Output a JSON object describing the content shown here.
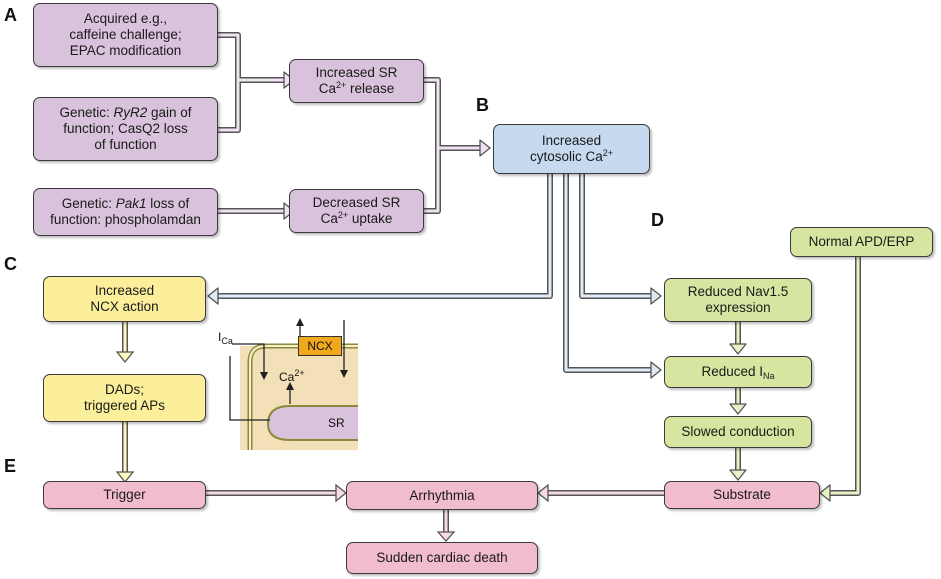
{
  "labels": {
    "a": "A",
    "b": "B",
    "c": "C",
    "d": "D",
    "e": "E"
  },
  "boxes": {
    "acquired": {
      "l1": "Acquired e.g.,",
      "l2": "caffeine challenge;",
      "l3": "EPAC modification"
    },
    "genetic_ryr2": {
      "pre": "Genetic: ",
      "gene": "RyR2",
      "post": " gain of",
      "l2": "function; CasQ2 loss",
      "l3": "of function"
    },
    "genetic_pak1": {
      "pre": "Genetic: ",
      "gene": "Pak1",
      "post": " loss of",
      "l2": "function: phospholamdan"
    },
    "sr_release": {
      "l1": "Increased SR",
      "ca": "Ca",
      "sup": "2+",
      "rest": " release"
    },
    "sr_uptake": {
      "l1": "Decreased SR",
      "ca": "Ca",
      "sup": "2+",
      "rest": " uptake"
    },
    "cytosolic": {
      "l1": "Increased",
      "l2": "cytosolic Ca",
      "sup": "2+"
    },
    "ncx_action": {
      "l1": "Increased",
      "l2": "NCX action"
    },
    "dads": {
      "l1": "DADs;",
      "l2": "triggered APs"
    },
    "nav15": {
      "l1": "Reduced Nav1.5",
      "l2": "expression"
    },
    "reduced_ina": {
      "pre": "Reduced I",
      "sub": "Na"
    },
    "slowed": "Slowed conduction",
    "apd": "Normal APD/ERP",
    "trigger": "Trigger",
    "arrhythmia": "Arrhythmia",
    "substrate": "Substrate",
    "scd": "Sudden cardiac death"
  },
  "cell": {
    "ica": "I",
    "ica_sub": "Ca",
    "ncx": "NCX",
    "ca": "Ca",
    "ca_sup": "2+",
    "sr": "SR"
  }
}
